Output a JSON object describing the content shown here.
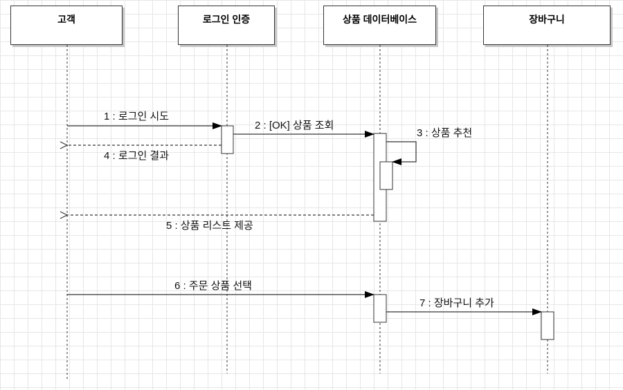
{
  "participants": [
    {
      "id": "customer",
      "label": "고객"
    },
    {
      "id": "login",
      "label": "로그인 인증"
    },
    {
      "id": "productdb",
      "label": "상품 데이터베이스"
    },
    {
      "id": "cart",
      "label": "장바구니"
    }
  ],
  "messages": [
    {
      "id": "m1",
      "label": "1 : 로그인 시도",
      "from": "고객",
      "to": "로그인 인증",
      "kind": "sync"
    },
    {
      "id": "m2",
      "label": "2 : [OK] 상품 조회",
      "from": "로그인 인증",
      "to": "상품 데이터베이스",
      "kind": "sync"
    },
    {
      "id": "m3",
      "label": "3 : 상품 추천",
      "from": "상품 데이터베이스",
      "to": "상품 데이터베이스",
      "kind": "self"
    },
    {
      "id": "m4",
      "label": "4 : 로그인 결과",
      "from": "로그인 인증",
      "to": "고객",
      "kind": "return"
    },
    {
      "id": "m5",
      "label": "5 : 상품 리스트 제공",
      "from": "상품 데이터베이스",
      "to": "고객",
      "kind": "return"
    },
    {
      "id": "m6",
      "label": "6 : 주문 상품 선택",
      "from": "고객",
      "to": "상품 데이터베이스",
      "kind": "sync"
    },
    {
      "id": "m7",
      "label": "7 : 장바구니 추가",
      "from": "상품 데이터베이스",
      "to": "장바구니",
      "kind": "sync"
    }
  ],
  "colors": {
    "line": "#333333",
    "box_shadow": "#c7c7c7",
    "grid": "#e6e6e6"
  }
}
